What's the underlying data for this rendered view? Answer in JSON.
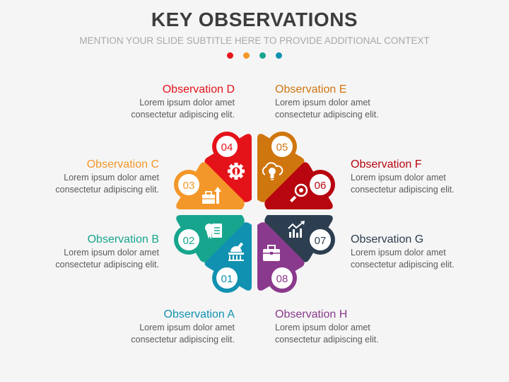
{
  "header": {
    "title": "KEY OBSERVATIONS",
    "subtitle": "MENTION YOUR SLIDE SUBTITLE HERE TO PROVIDE ADDITIONAL CONTEXT",
    "dots": [
      "#e8141b",
      "#f4972a",
      "#17a58e",
      "#1191b1"
    ]
  },
  "observations": [
    {
      "id": "A",
      "number": "01",
      "title": "Observation A",
      "line1": "Lorem ipsum dolor amet",
      "line2": "consectetur adipiscing elit.",
      "color": "#1191b1",
      "icon": "observatory-icon"
    },
    {
      "id": "B",
      "number": "02",
      "title": "Observation B",
      "line1": "Lorem ipsum dolor amet",
      "line2": "consectetur adipiscing elit.",
      "color": "#17a58e",
      "icon": "certificate-icon"
    },
    {
      "id": "C",
      "number": "03",
      "title": "Observation C",
      "line1": "Lorem ipsum dolor amet",
      "line2": "consectetur adipiscing elit.",
      "color": "#f4972a",
      "icon": "briefcase-growth-icon"
    },
    {
      "id": "D",
      "number": "04",
      "title": "Observation D",
      "line1": "Lorem ipsum dolor amet",
      "line2": "consectetur adipiscing elit.",
      "color": "#e4131a",
      "icon": "gear-wrench-icon"
    },
    {
      "id": "E",
      "number": "05",
      "title": "Observation E",
      "line1": "Lorem ipsum dolor amet",
      "line2": "consectetur adipiscing elit.",
      "color": "#d0760f",
      "icon": "cloud-bulb-icon"
    },
    {
      "id": "F",
      "number": "06",
      "title": "Observation F",
      "line1": "Lorem ipsum dolor amet",
      "line2": "consectetur adipiscing elit.",
      "color": "#b7060f",
      "icon": "magnifier-target-icon"
    },
    {
      "id": "G",
      "number": "07",
      "title": "Observation G",
      "line1": "Lorem ipsum dolor amet",
      "line2": "consectetur adipiscing elit.",
      "color": "#2c3e50",
      "icon": "bar-chart-trend-icon"
    },
    {
      "id": "H",
      "number": "08",
      "title": "Observation H",
      "line1": "Lorem ipsum dolor amet",
      "line2": "consectetur adipiscing elit.",
      "color": "#8a3a8c",
      "icon": "briefcase-icon"
    }
  ]
}
